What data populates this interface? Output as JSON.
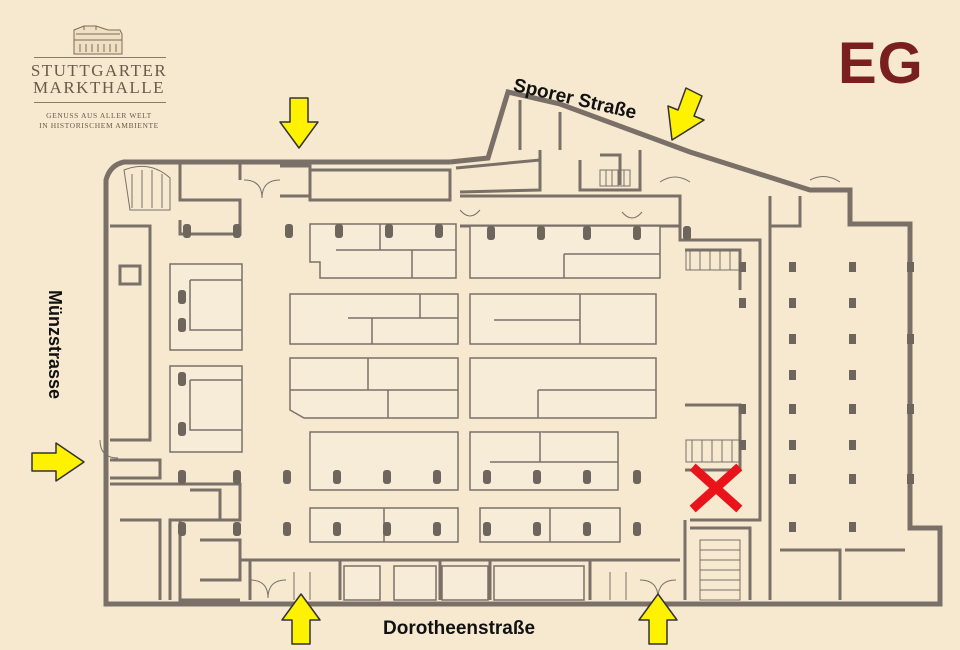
{
  "logo": {
    "name_line1": "STUTTGARTER",
    "name_line2": "MARKTHALLE",
    "tagline_line1": "GENUSS AUS ALLER WELT",
    "tagline_line2": "IN HISTORISCHEM AMBIENTE"
  },
  "floor_label": "EG",
  "streets": {
    "north": "Sporer Straße",
    "south": "Dorotheenstraße",
    "west": "Münzstrasse"
  },
  "colors": {
    "background": "#f6e9cf",
    "wall": "#7a7068",
    "stall_fill": "#f7ecd8",
    "arrow": "#fff200",
    "marker": "#e8141a",
    "floor_label": "#7a1f1f"
  },
  "markers": {
    "entrance_arrows": 5,
    "location_marker": "X"
  }
}
